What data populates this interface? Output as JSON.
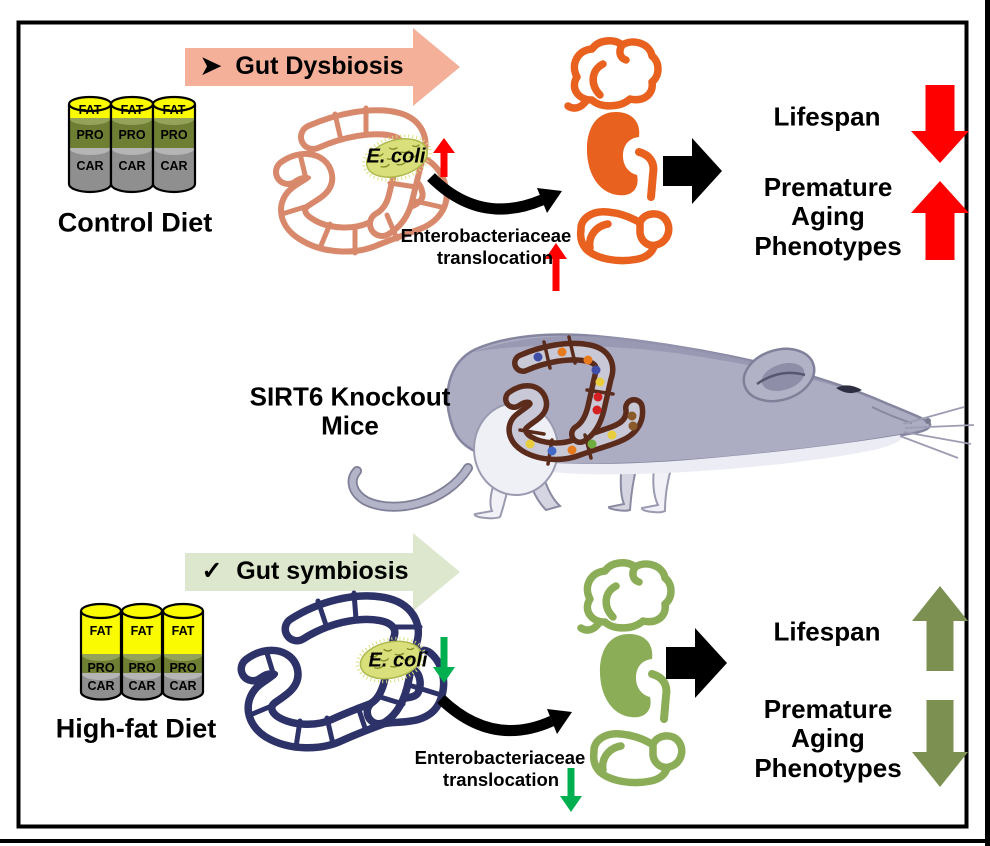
{
  "top_section": {
    "banner": {
      "bullet": "➤",
      "label": "Gut Dysbiosis",
      "color": "#F4B099"
    },
    "diet_label": "Control Diet",
    "ecoli_label": "E. coli",
    "translocation": {
      "line1": "Enterobacteriaceae",
      "line2": "translocation"
    },
    "outcome": {
      "lifespan": "Lifespan",
      "premature": "Premature\nAging\nPhenotypes"
    },
    "arrow_color": "#FE0000",
    "intestine_color": "#D8896C",
    "organ_color": "#E8611F"
  },
  "middle_section": {
    "title": "SIRT6 Knockout\nMice"
  },
  "bottom_section": {
    "banner": {
      "bullet": "✓",
      "label": "Gut symbiosis",
      "color": "#DDE7CE"
    },
    "diet_label": "High-fat Diet",
    "ecoli_label": "E. coli",
    "translocation": {
      "line1": "Enterobacteriaceae",
      "line2": "translocation"
    },
    "outcome": {
      "lifespan": "Lifespan",
      "premature": "Premature\nAging\nPhenotypes"
    },
    "arrow_color": "#00B050",
    "big_arrow_color": "#7C9151",
    "intestine_color": "#2D3269",
    "organ_color": "#8CAD57"
  },
  "cylinder_labels": {
    "fat": "FAT",
    "pro": "PRO",
    "car": "CAR"
  },
  "colors": {
    "fat": "#FAFA00",
    "pro": "#6E7E33",
    "car": "#8F8F8F",
    "ecoli_blob": "#D9DF7A",
    "mouse_body": "#ACACC2",
    "mouse_gut": "#5B2B1B",
    "frame": "#000000"
  }
}
